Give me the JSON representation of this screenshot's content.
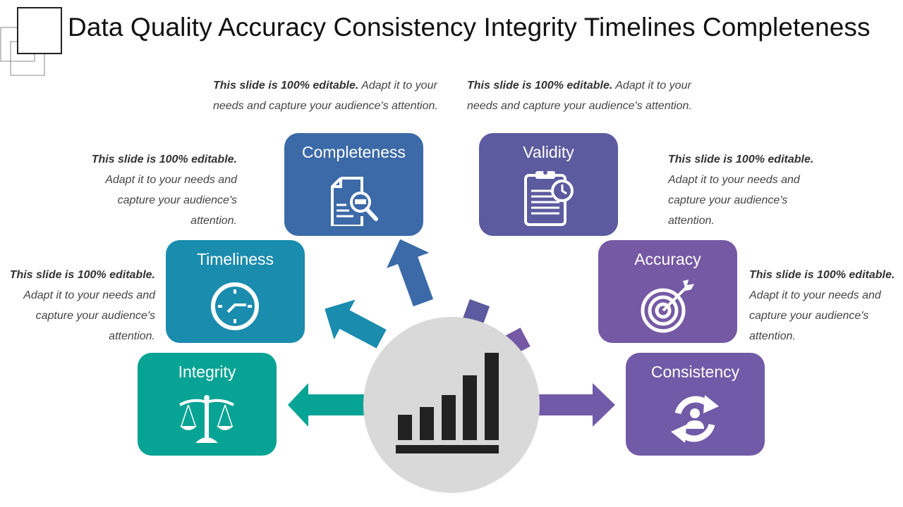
{
  "title": "Data Quality Accuracy Consistency Integrity Timelines Completeness",
  "colors": {
    "completeness": "#3c6aa8",
    "validity": "#5c5b9f",
    "timeliness": "#1a8cae",
    "accuracy": "#7559a4",
    "integrity": "#07a394",
    "consistency": "#715aa7",
    "hub": "#d9d9d9",
    "bars": "#222222"
  },
  "cards": {
    "completeness": {
      "label": "Completeness",
      "icon": "document-search-icon"
    },
    "validity": {
      "label": "Validity",
      "icon": "clipboard-clock-icon"
    },
    "timeliness": {
      "label": "Timeliness",
      "icon": "clock-icon"
    },
    "accuracy": {
      "label": "Accuracy",
      "icon": "target-arrow-icon"
    },
    "integrity": {
      "label": "Integrity",
      "icon": "balance-scale-icon"
    },
    "consistency": {
      "label": "Consistency",
      "icon": "cycle-person-icon"
    }
  },
  "hub": {
    "icon": "bar-chart-icon"
  },
  "descriptions": {
    "top_left": {
      "bold": "This slide is 100% editable.",
      "text": "Adapt it to your needs and capture your audience's attention."
    },
    "top_right": {
      "bold": "This slide is 100% editable.",
      "text": "Adapt it to your needs and capture your audience's attention."
    },
    "mid_left": {
      "bold": "This slide is 100% editable.",
      "text": "Adapt it to your needs and capture your audience's attention."
    },
    "mid_right": {
      "bold": "This slide is 100% editable.",
      "text": "Adapt it to your needs and capture your audience's attention."
    },
    "low_left": {
      "bold": "This slide is 100% editable.",
      "text": "Adapt it to your needs and capture your audience's attention."
    },
    "low_right": {
      "bold": "This slide is 100% editable.",
      "text": "Adapt it to your needs and capture your audience's attention."
    }
  }
}
